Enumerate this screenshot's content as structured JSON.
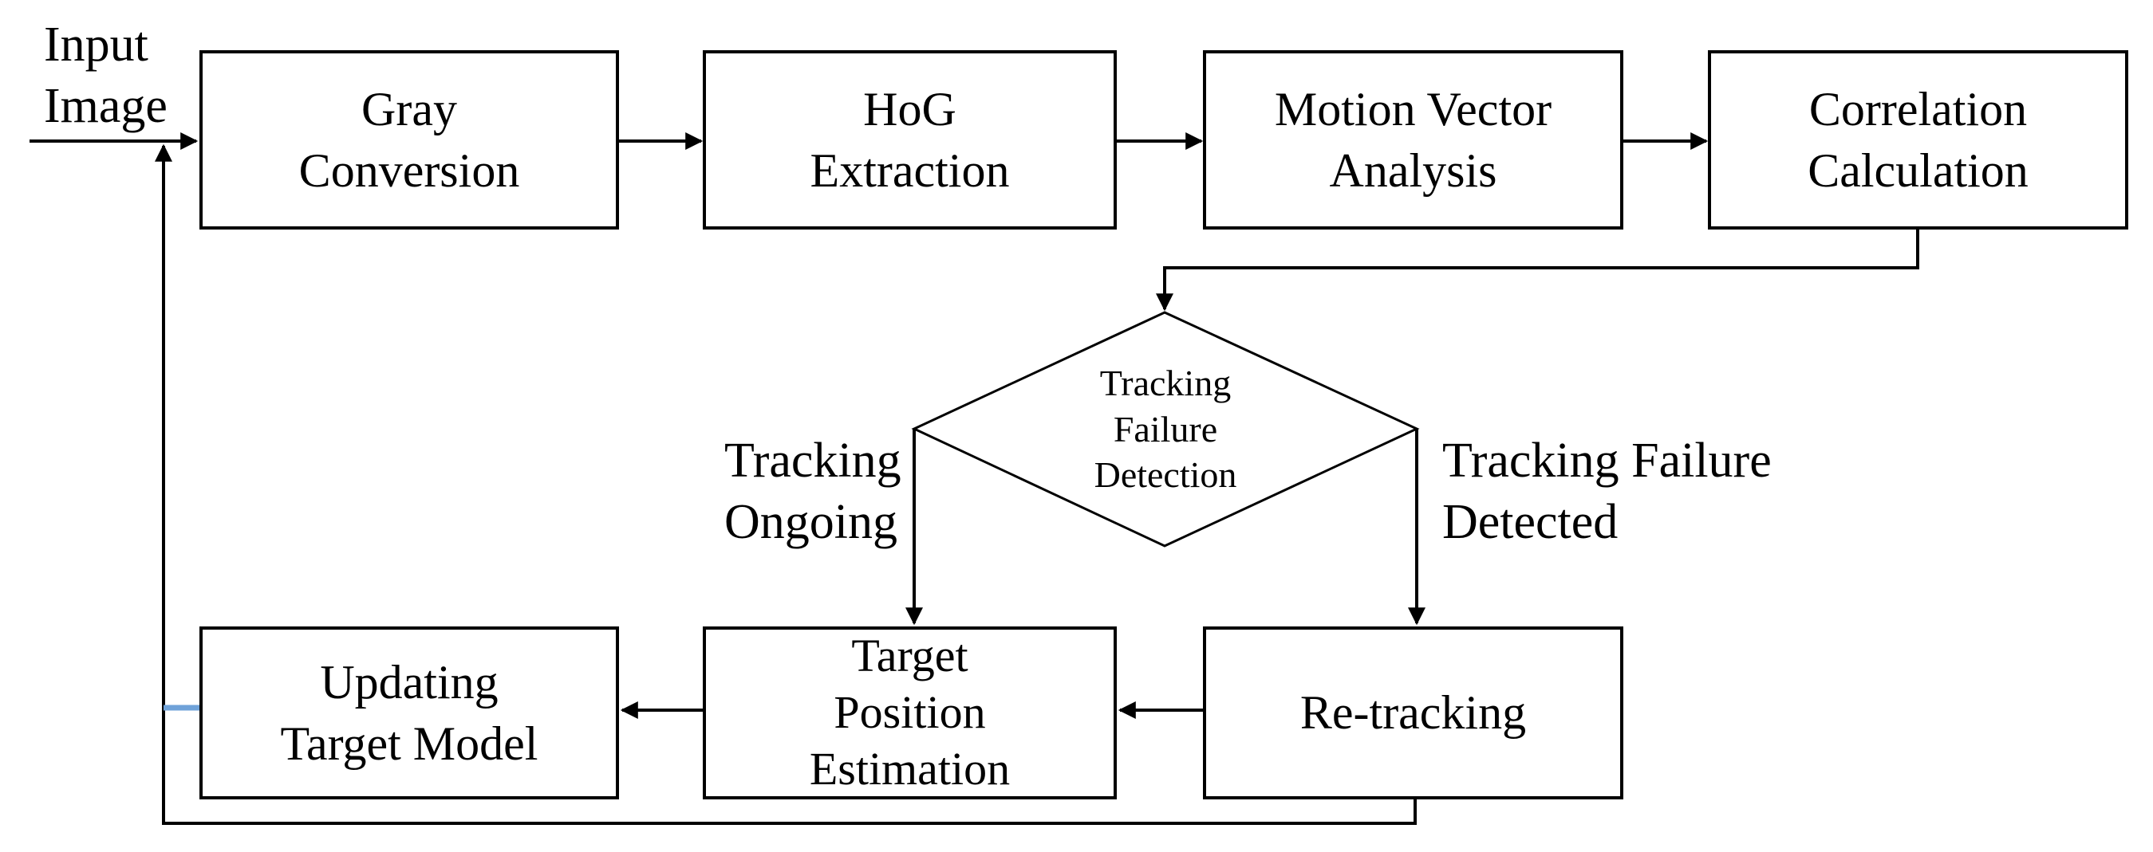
{
  "diagram": {
    "input_label": "Input\nImage",
    "nodes": {
      "gray_conversion": {
        "label": "Gray\nConversion"
      },
      "hog_extraction": {
        "label": "HoG\nExtraction"
      },
      "motion_vector_analysis": {
        "label": "Motion Vector\nAnalysis"
      },
      "correlation_calculation": {
        "label": "Correlation\nCalculation"
      },
      "tracking_failure_detection": {
        "label": "Tracking\nFailure\nDetection"
      },
      "updating_target_model": {
        "label": "Updating\nTarget Model"
      },
      "target_position_estimation": {
        "label": "Target\nPosition\nEstimation"
      },
      "re_tracking": {
        "label": "Re-tracking"
      }
    },
    "edge_labels": {
      "ongoing": "Tracking\nOngoing",
      "failure_detected": "Tracking Failure\nDetected"
    },
    "colors": {
      "line": "#000000",
      "background": "#ffffff",
      "accent_tick": "#6FA2D9"
    }
  }
}
